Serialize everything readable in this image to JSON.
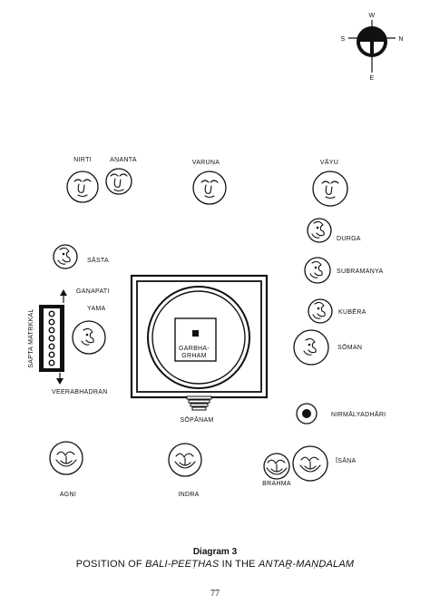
{
  "compass": {
    "north": "N",
    "south": "S",
    "east": "E",
    "west": "W"
  },
  "labels": {
    "nirti": "NIṚTI",
    "ananta": "AṆANTA",
    "varuna": "VARUṆA",
    "vayu": "VĀYU",
    "durga": "DURGA",
    "subramanya": "SUBRAMAṆYA",
    "kubera": "KUBĒRA",
    "soman": "SŌMAN",
    "nirmalyadhari": "NIRMĀLYADHĀRI",
    "isana": "ĪSĀṆA",
    "brahma": "BRAHMA",
    "indra": "INDRA",
    "agni": "AGṆI",
    "sasta": "SĀSTA",
    "ganapati": "GAṆAPATI",
    "yama": "YAMA",
    "saptamatrkkal": "SAPTA MATṚKKAḶ",
    "veerabhadran": "VEERABHADṚAN",
    "garbhagrham_1": "GARBHA-",
    "garbhagrham_2": "GṚHAM",
    "sopanam": "SŌPĀNAM"
  },
  "caption": {
    "number": "Diagram 3",
    "title_prefix": "POSITION OF ",
    "title_term1": "BALI-PEEṬHAS",
    "title_middle": " IN THE ",
    "title_term2": "ANTAṞ-MAṆḌALAM"
  },
  "page_number": "77"
}
